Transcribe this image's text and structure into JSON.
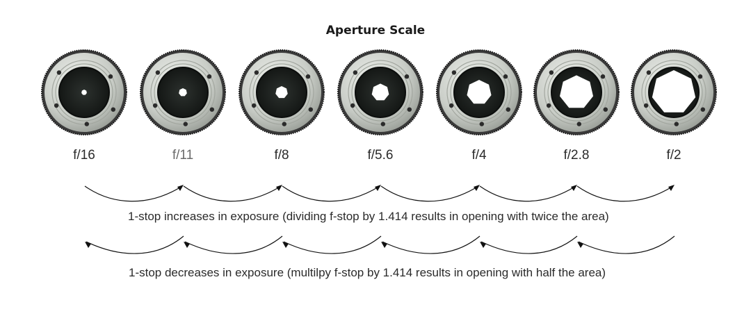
{
  "diagram": {
    "title": "Aperture Scale",
    "stops": [
      {
        "label": "f/16",
        "opening": 0.06
      },
      {
        "label": "f/11",
        "opening": 0.09
      },
      {
        "label": "f/8",
        "opening": 0.135
      },
      {
        "label": "f/5.6",
        "opening": 0.19
      },
      {
        "label": "f/4",
        "opening": 0.27
      },
      {
        "label": "f/2.8",
        "opening": 0.37
      },
      {
        "label": "f/2",
        "opening": 0.48
      }
    ],
    "increase_caption": "1-stop increases in exposure (dividing f-stop by 1.414 results in opening with twice the area)",
    "decrease_caption": "1-stop decreases in exposure (multilpy f-stop by 1.414 results in opening with half the area)",
    "colors": {
      "ring_metal": "#c9cdc7",
      "knurl": "#3a3a3a",
      "blades": "#1e2220",
      "opening": "#ffffff",
      "arrow": "#111111"
    }
  }
}
